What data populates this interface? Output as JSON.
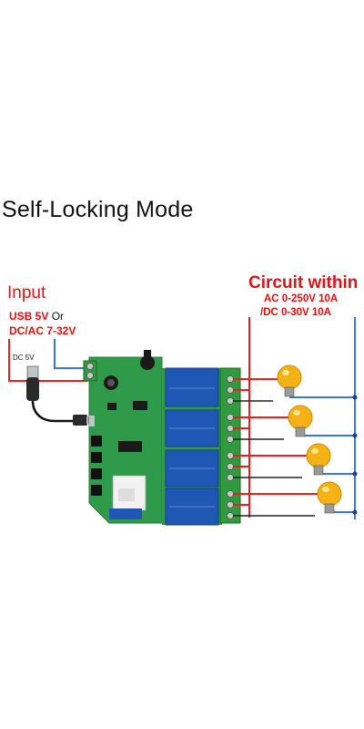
{
  "title": "Self-Locking Mode",
  "input": {
    "heading": "Input",
    "usb": "USB 5V",
    "or": "Or",
    "dcac": "DC/AC 7-32V",
    "dc5v": "DC 5V"
  },
  "circuit": {
    "heading": "Circuit within",
    "ac": "AC 0-250V 10A",
    "dc": "/DC 0-30V 10A"
  },
  "colors": {
    "board": "#2e9a4a",
    "relay": "#1f57b5",
    "terminal": "#2f9a3e",
    "wire_red": "#e52222",
    "wire_blue": "#3a78d8",
    "wire_black": "#222222",
    "bulb": "#f5b214"
  },
  "icons": {
    "usb_plug": "usb-plug-icon",
    "bulb": "light-bulb-icon"
  }
}
